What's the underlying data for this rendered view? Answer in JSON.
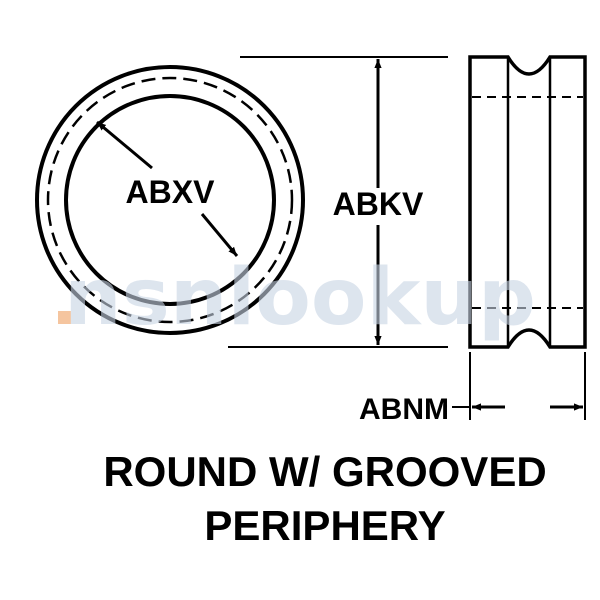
{
  "labels": {
    "inner_diameter": "ABXV",
    "outer_diameter": "ABKV",
    "thickness": "ABNM"
  },
  "caption": {
    "line1": "ROUND W/ GROOVED",
    "line2": "PERIPHERY"
  },
  "watermark": {
    "text": "nsnlookup",
    "dot_color": "#f0a060",
    "letter_color": "#c8d4e4"
  },
  "colors": {
    "ink": "#000000",
    "background": "#ffffff"
  }
}
